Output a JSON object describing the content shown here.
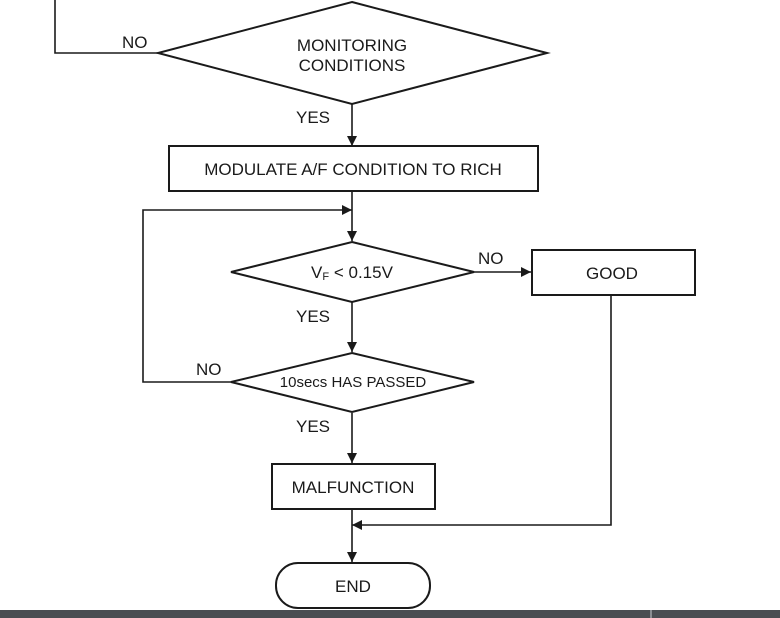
{
  "flowchart": {
    "monitoring": {
      "line1": "MONITORING",
      "line2": "CONDITIONS"
    },
    "modulate": "MODULATE A/F CONDITION TO RICH",
    "vf_check": {
      "v": "V",
      "sub": "F",
      "rest": " < 0.15V"
    },
    "good": "GOOD",
    "time_check": "10secs HAS PASSED",
    "malfunction": "MALFUNCTION",
    "end": "END",
    "edge_labels": {
      "monitoring_no": "NO",
      "monitoring_yes": "YES",
      "vf_no": "NO",
      "vf_yes": "YES",
      "time_no": "NO",
      "time_yes": "YES"
    }
  }
}
